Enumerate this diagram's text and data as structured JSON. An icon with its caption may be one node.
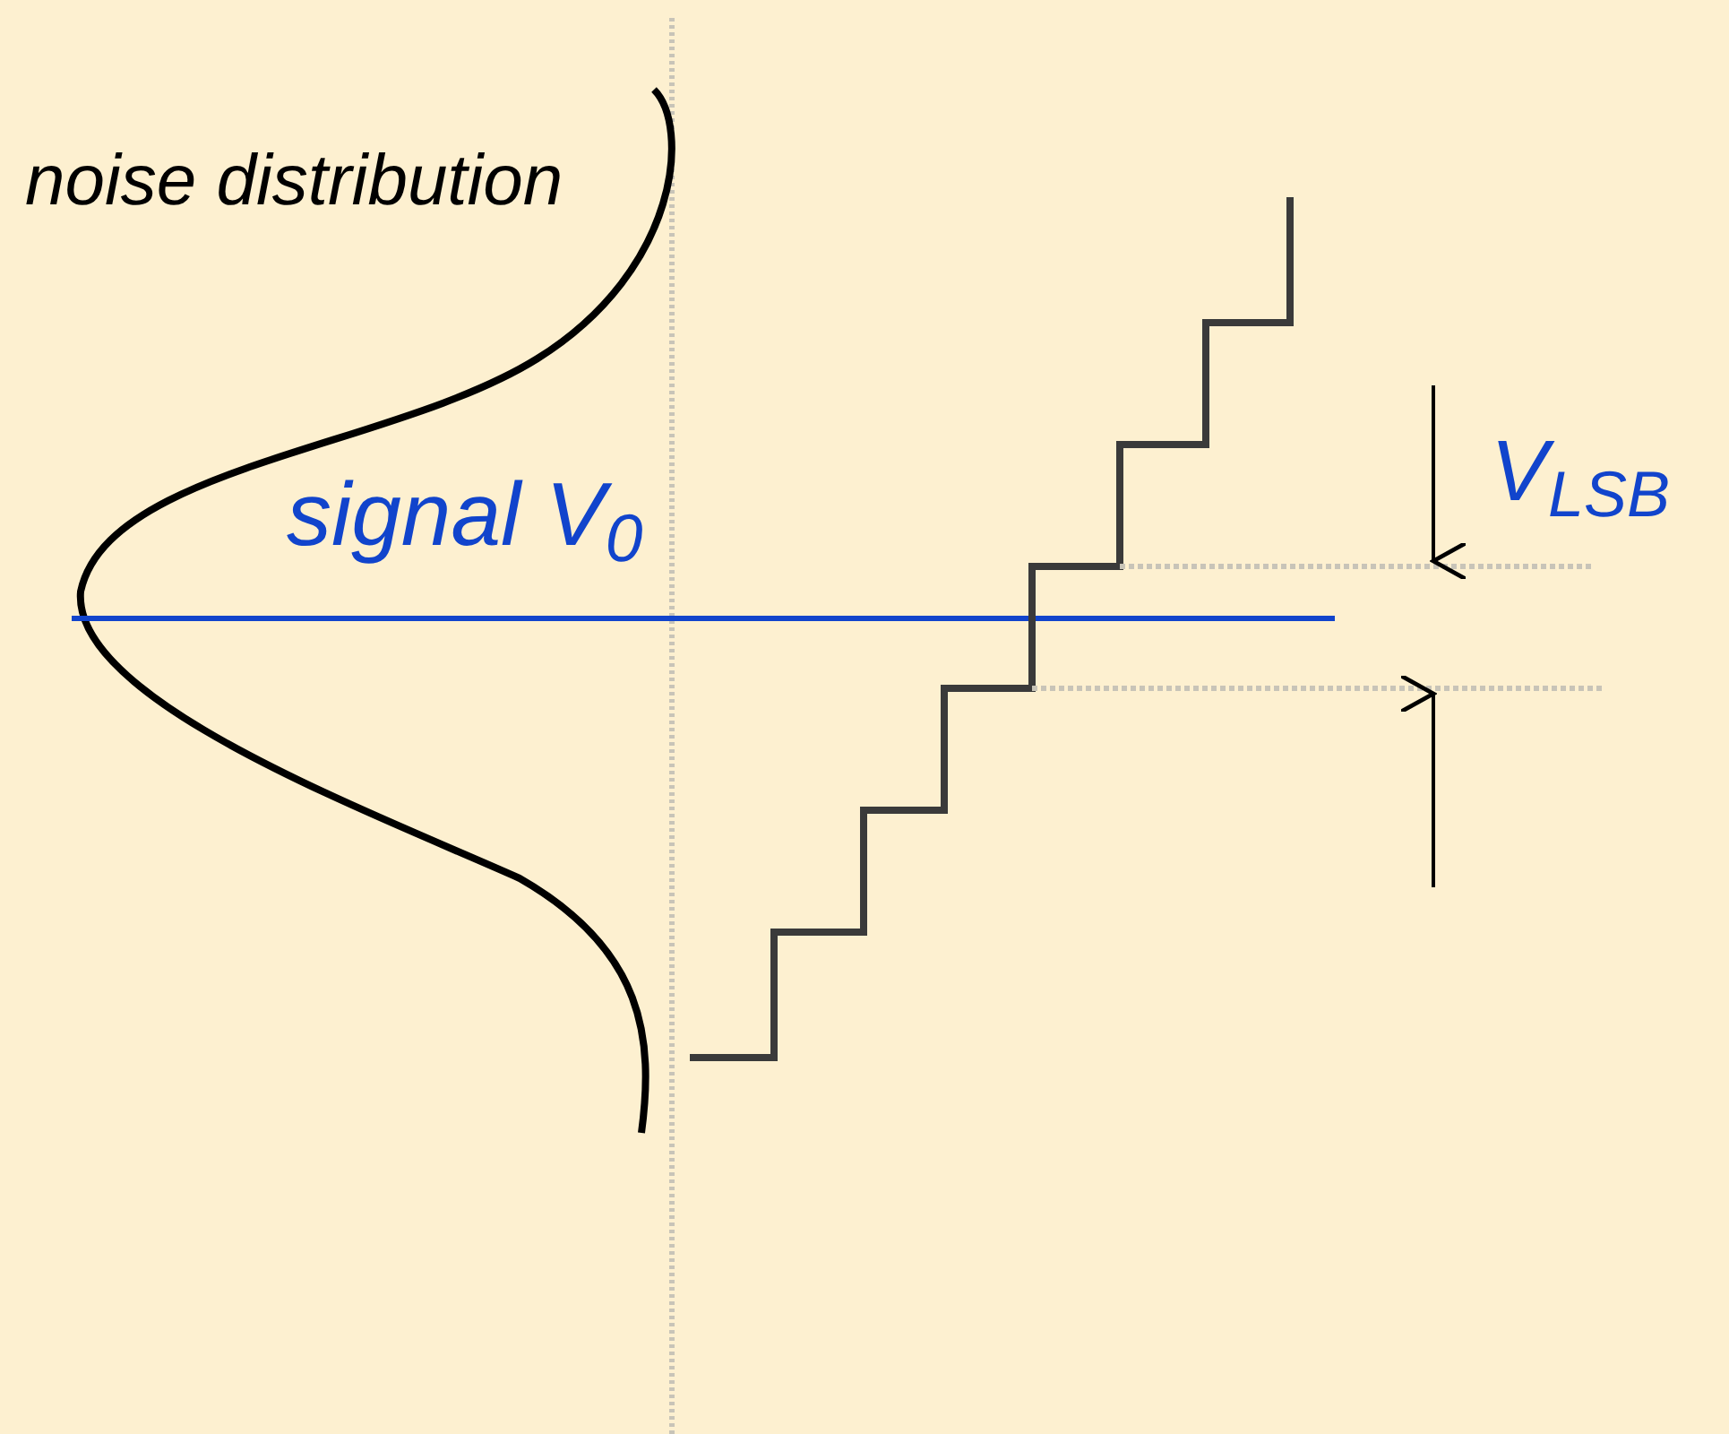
{
  "diagram": {
    "labels": [
      "noise distribution",
      "signal V$_{0}$",
      "V$_{LSB}$"
    ]
  }
}
